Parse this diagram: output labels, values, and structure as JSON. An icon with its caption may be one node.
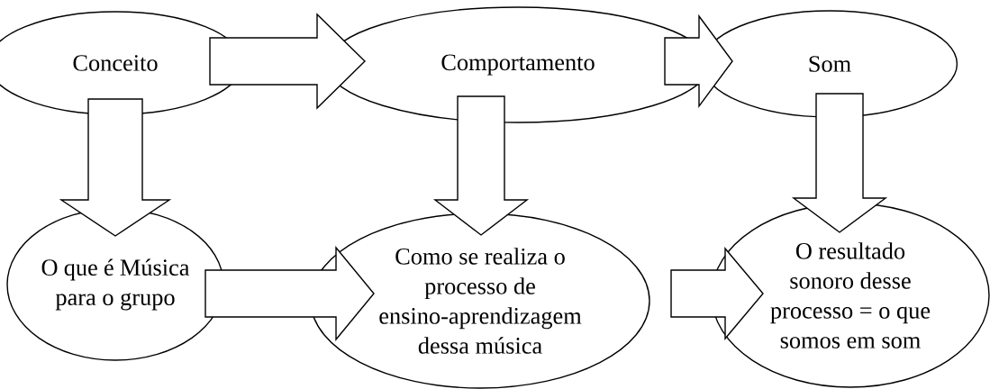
{
  "diagram": {
    "nodes": [
      {
        "text": [
          "Conceito"
        ]
      },
      {
        "text": [
          "Comportamento"
        ]
      },
      {
        "text": [
          "Som"
        ]
      },
      {
        "text": [
          "O que é Música para o grupo"
        ]
      },
      {
        "text": [
          "Como se realiza o processo de ensino-aprendizagem dessa música"
        ]
      },
      {
        "text": [
          "O resultado sonoro desse processo = o que somos em som"
        ]
      }
    ],
    "edges": [
      {
        "from": 0,
        "to": 1,
        "arrow": "to"
      },
      {
        "from": 1,
        "to": 2,
        "arrow": "to"
      },
      {
        "from": 0,
        "to": 3,
        "arrow": "to"
      },
      {
        "from": 1,
        "to": 4,
        "arrow": "to"
      },
      {
        "from": 2,
        "to": 5,
        "arrow": "to"
      },
      {
        "from": 3,
        "to": 4,
        "arrow": "to"
      },
      {
        "from": 4,
        "to": 5,
        "arrow": "to"
      }
    ]
  }
}
